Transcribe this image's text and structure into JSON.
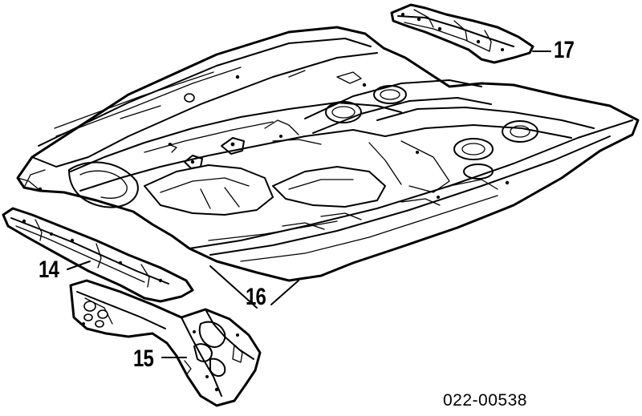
{
  "callouts": [
    {
      "id": "17",
      "label": "17"
    },
    {
      "id": "14",
      "label": "14"
    },
    {
      "id": "16",
      "label": "16"
    },
    {
      "id": "15",
      "label": "15"
    }
  ],
  "part_code": "022-00538",
  "colors": {
    "ink": "#000000",
    "paper": "#ffffff"
  }
}
